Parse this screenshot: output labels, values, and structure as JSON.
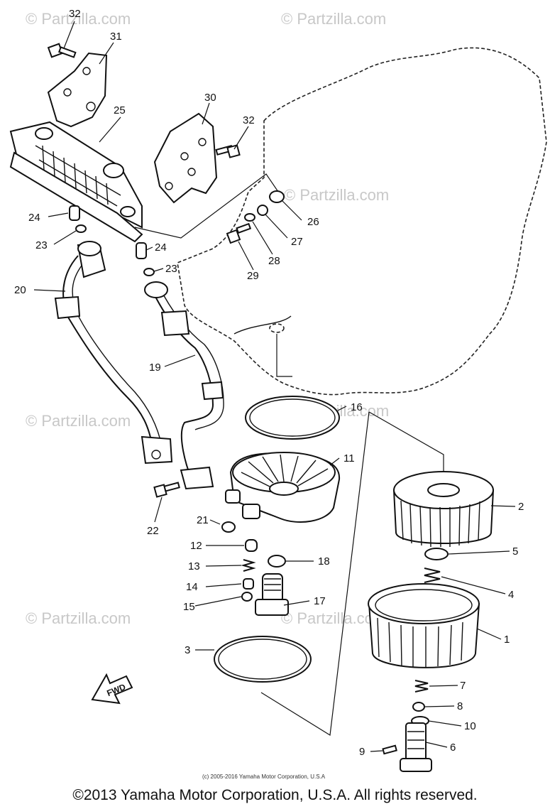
{
  "watermark": "© Partzilla.com",
  "fwd_label": "FWD",
  "inner_copyright": "(c) 2005-2016 Yamaha Motor Corporation, U.S.A",
  "footer": "©2013 Yamaha Motor Corporation, U.S.A. All rights reserved.",
  "callouts": [
    "32",
    "31",
    "25",
    "30",
    "32",
    "24",
    "23",
    "24",
    "23",
    "26",
    "27",
    "28",
    "29",
    "20",
    "19",
    "16",
    "11",
    "2",
    "5",
    "4",
    "1",
    "21",
    "22",
    "12",
    "18",
    "13",
    "14",
    "17",
    "15",
    "3",
    "7",
    "8",
    "10",
    "6",
    "9"
  ]
}
